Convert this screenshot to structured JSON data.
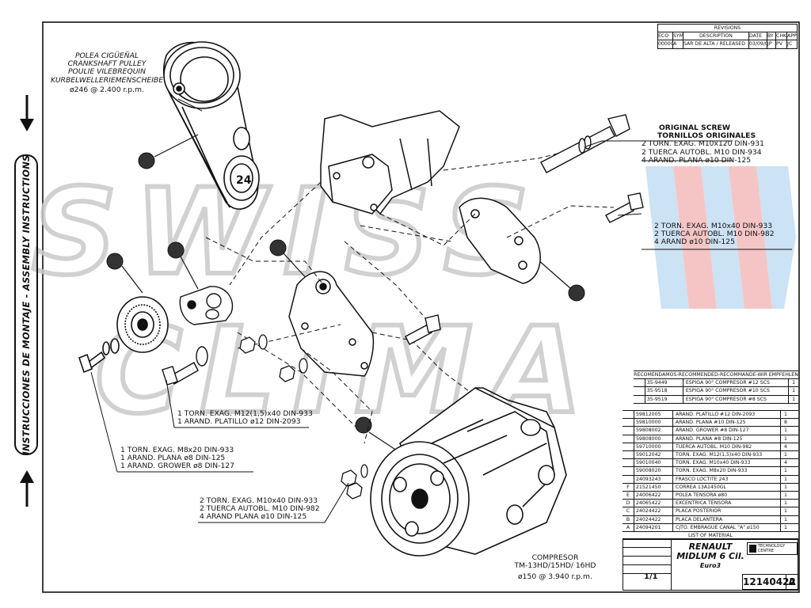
{
  "side_text": "INSTRUCCIONES DE MONTAJE - ASSEMBLY INSTRUCTIONS",
  "watermark": "SWISS CLIMA",
  "colors": {
    "line": "#111111",
    "watermark": "#c8c8c8",
    "flag_red": "#f2b2b2",
    "flag_blue": "#bcd9f2"
  },
  "icons": {
    "arrow_down": "arrow-down-icon",
    "arrow_up": "arrow-up-icon"
  },
  "crank": {
    "lines": [
      "POLEA CIGÜEÑAL",
      "CRANKSHAFT PULLEY",
      "POULIE VILEBREQUIN",
      "KURBELWELLERIEMENSCHEIBE"
    ],
    "spec": "ø246   @ 2.400 r.p.m."
  },
  "original_screw": {
    "title": [
      "ORIGINAL SCREW",
      "TORNILLOS ORIGINALES"
    ],
    "lines": [
      "2 TORN. EXAG. M10x120 DIN-931",
      "2 TUERCA AUTOBL. M10 DIN-934",
      "4 ARAND. PLANA ø10 DIN-125"
    ]
  },
  "right_bolts": {
    "lines": [
      "2 TORN. EXAG. M10x40 DIN-933",
      "2 TUERCA AUTOBL. M10 DIN-982",
      "4 ARAND ø10 DIN-125"
    ]
  },
  "mid_bolts": {
    "lines": [
      "1 TORN. EXAG. M12(1,5)x40 DIN-933",
      "1 ARAND. PLATILLO ø12 DIN-2093"
    ]
  },
  "left_bolts": {
    "lines": [
      "1 TORN. EXAG. M8x20 DIN-933",
      "1 ARAND. PLANA ø8 DIN-125",
      "1 ARAND. GROWER ø8 DIN-127"
    ]
  },
  "bottom_bolts": {
    "lines": [
      "2 TORN. EXAG. M10x40 DIN-933",
      "2 TUERCA AUTOBL. M10 DIN-982",
      "4 ARAND PLANA ø10 DIN-125"
    ]
  },
  "compressor": {
    "lines": [
      "COMPRESOR",
      "TM-13HD/15HD/ 16HD"
    ],
    "spec": "ø150   @ 3.940 r.p.m."
  },
  "revision": {
    "title": "REVISIONS",
    "headers": [
      "ECO",
      "SYM",
      "DESCRIPTION",
      "DATE",
      "BY",
      "CHK",
      "APP"
    ],
    "row": [
      "00000",
      "A",
      "SAR DE ALTA / RELEASED",
      "03/09/03",
      "JP",
      "PV",
      "JC"
    ]
  },
  "recommended": {
    "title": "RECOMENDAMOS-RECOMMENDED-RECOMMANDE-WIR EMPFEHLEN",
    "rows": [
      [
        "35-9449",
        "ESPIGA 90° COMPRESOR #12 SCS",
        "1"
      ],
      [
        "35-9518",
        "ESPIGA 90° COMPRESOR #10 SCS",
        "1"
      ],
      [
        "35-9519",
        "ESPIGA 90° COMPRESOR #8 SCS",
        "1"
      ]
    ]
  },
  "bom": {
    "rows": [
      [
        "",
        "59812005",
        "ARAND. PLATILLO #12 DIN-2093",
        "1"
      ],
      [
        "",
        "59810000",
        "ARAND. PLANA #10 DIN-125",
        "8"
      ],
      [
        "",
        "59808002",
        "ARAND. GROWER #8 DIN-127",
        "1"
      ],
      [
        "",
        "59808000",
        "ARAND. PLANA #8 DIN-125",
        "1"
      ],
      [
        "",
        "59710000",
        "TUERCA AUTOBL. M10 DIN-982",
        "4"
      ],
      [
        "",
        "59012042",
        "TORN. EXAG. M12(1,5)x40 DIN-933",
        "1"
      ],
      [
        "",
        "59010040",
        "TORN. EXAG. M10x40 DIN-933",
        "4"
      ],
      [
        "",
        "59008020",
        "TORN. EXAG. M8x20 DIN-933",
        "1"
      ],
      [
        "",
        "24093243",
        "FRASCO LOCTITE 243",
        "1"
      ],
      [
        "F",
        "21521450",
        "CORREA 13A1450GL",
        "1"
      ],
      [
        "E",
        "24006422",
        "POLEA TENSORA ø80",
        "1"
      ],
      [
        "D",
        "24065422",
        "EXCENTRICA TENSORA",
        "1"
      ],
      [
        "C",
        "24024422",
        "PLACA POSTERIOR",
        "1"
      ],
      [
        "B",
        "24024422",
        "PLACA DELANTERA",
        "1"
      ],
      [
        "A",
        "24094201",
        "CJTO. EMBRAGUE CANAL \"A\" ø150",
        "1"
      ]
    ],
    "footer": "LIST OF MATERIAL"
  },
  "title_block": {
    "line1": "RENAULT",
    "line2": "MIDLUM 6 Cil.",
    "line3": "Euro3",
    "drawing_no": "12140422",
    "rev": "A",
    "sheet": "1/1",
    "company": "TECHNOLOGY CENTRE"
  }
}
